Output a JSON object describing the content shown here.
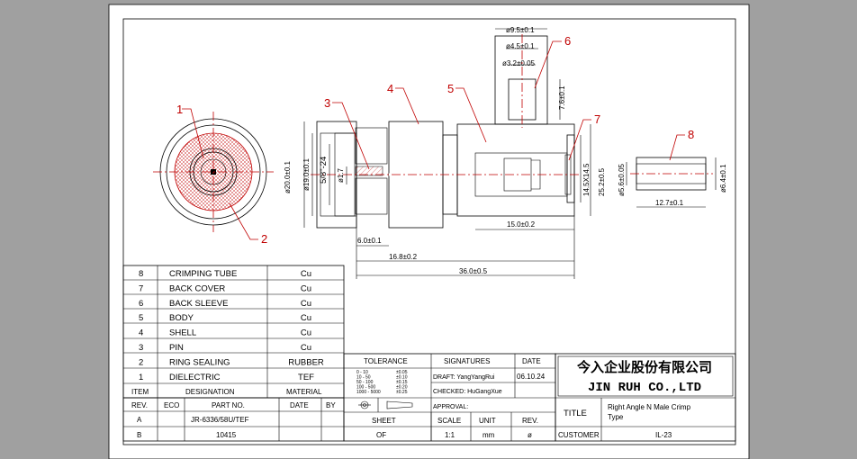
{
  "callouts": [
    "1",
    "2",
    "3",
    "4",
    "5",
    "6",
    "7",
    "8"
  ],
  "dimensions": {
    "d9_5": "ø9.5±0.1",
    "d4_5": "ø4.5±0.1",
    "d3_2": "ø3.2±0.05",
    "len7_6": "7.6±0.1",
    "d20": "ø20.0±0.1",
    "d19": "ø19.0±0.1",
    "thread": "5/8\"-24",
    "d1_7": "ø1.7",
    "len25_2": "25.2±0.5",
    "len14_5": "14.5X14.5",
    "len15": "15.0±0.2",
    "len6": "6.0±0.1",
    "len16_8": "16.8±0.2",
    "len36": "36.0±0.5",
    "d5_6": "ø5.6±0.05",
    "d6_4": "ø6.4±0.1",
    "len12_7": "12.7±0.1"
  },
  "bom": [
    {
      "item": "8",
      "name": "CRIMPING TUBE",
      "material": "Cu"
    },
    {
      "item": "7",
      "name": "BACK COVER",
      "material": "Cu"
    },
    {
      "item": "6",
      "name": "BACK SLEEVE",
      "material": "Cu"
    },
    {
      "item": "5",
      "name": "BODY",
      "material": "Cu"
    },
    {
      "item": "4",
      "name": "SHELL",
      "material": "Cu"
    },
    {
      "item": "3",
      "name": "PIN",
      "material": "Cu"
    },
    {
      "item": "2",
      "name": "RING SEALING",
      "material": "RUBBER"
    },
    {
      "item": "1",
      "name": "DIELECTRIC",
      "material": "TEF"
    }
  ],
  "bom_header": {
    "item": "ITEM",
    "designation": "DESIGNATION",
    "material": "MATERIAL"
  },
  "revision": {
    "headers": [
      "REV.",
      "ECO",
      "PART NO.",
      "DATE",
      "BY"
    ],
    "rows": [
      {
        "rev": "A",
        "part_no": "JR-6336/58U/TEF"
      },
      {
        "rev": "B",
        "part_no": "10415"
      }
    ]
  },
  "tolerance": {
    "label": "TOLERANCE",
    "ranges": [
      "0 - 10",
      "10 - 50",
      "50 - 100",
      "100 - 500",
      "1000 - 5000"
    ],
    "values": [
      "±0.05",
      "±0.10",
      "±0.15",
      "±0.20",
      "±0.25"
    ]
  },
  "signatures": {
    "label": "SIGNATURES",
    "date_label": "DATE",
    "draft": "DRAFT: YangYangRui",
    "date": "06.10.24",
    "checked": "CHECKED: HuGangXue",
    "approval": "APPROVAL:"
  },
  "sheet": {
    "sheet_label": "SHEET",
    "sheet_value": "OF",
    "scale_label": "SCALE",
    "scale_value": "1:1",
    "unit_label": "UNIT",
    "unit_value": "mm",
    "rev_label": "REV.",
    "rev_value": "ø"
  },
  "company": {
    "chinese": "今入企业股份有限公司",
    "english": "JIN RUH CO.,LTD"
  },
  "title": {
    "label": "TITLE",
    "value_line1": "Right Angle N Male Crimp",
    "value_line2": "Type"
  },
  "customer": {
    "label": "CUSTOMER",
    "value": "IL-23"
  },
  "colors": {
    "background": "#a0a0a0",
    "sheet": "#ffffff",
    "callout": "#c00000",
    "dielectric": "#9fd8e0",
    "ring": "#d99999"
  }
}
